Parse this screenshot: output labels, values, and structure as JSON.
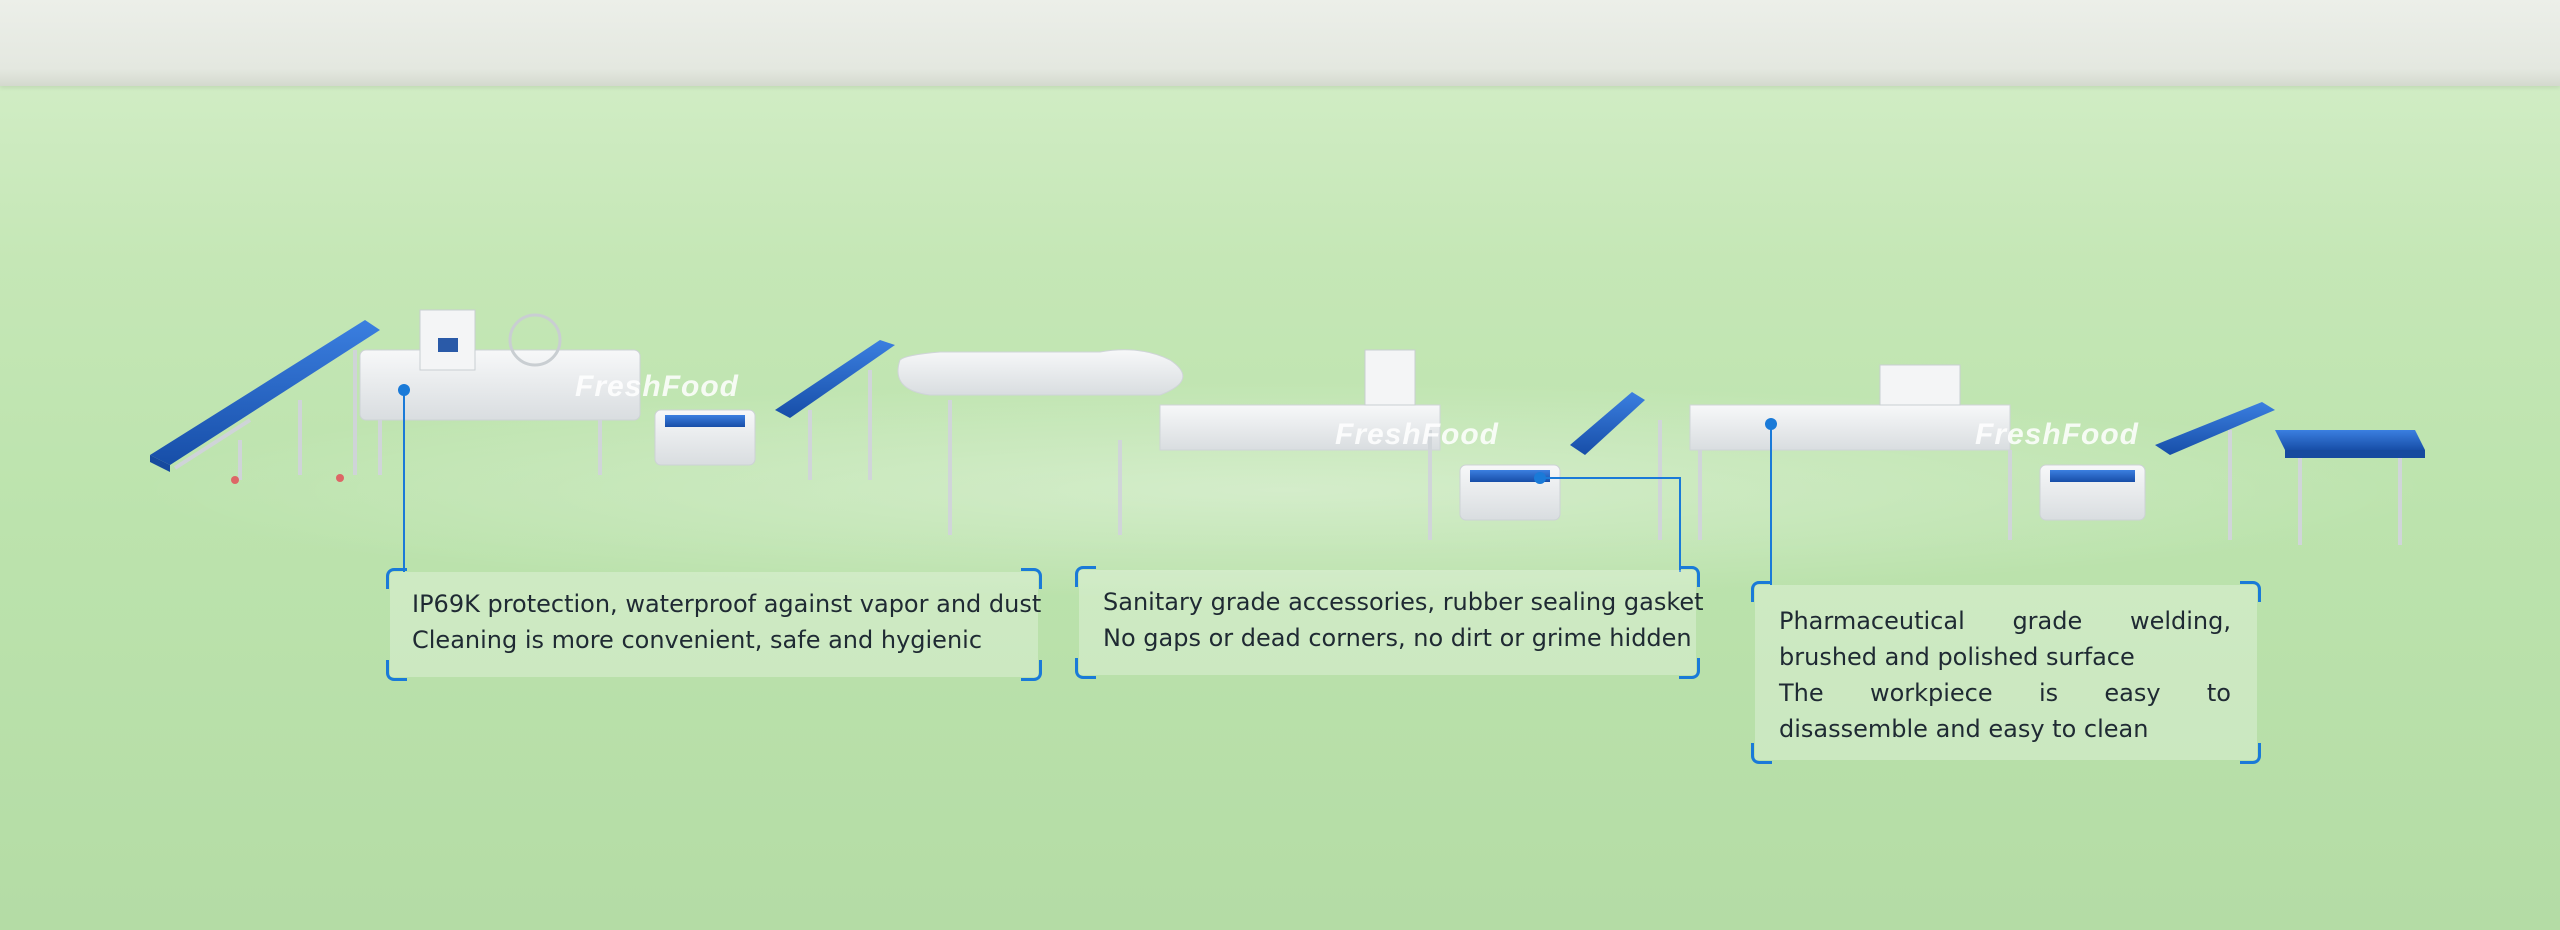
{
  "brand_watermark": "FreshFood",
  "colors": {
    "accent": "#1a7ad8",
    "conveyor_blue": "#1e5fc7",
    "steel": "#e9ecef",
    "background": "#c5e7b6"
  },
  "callouts": [
    {
      "lines": [
        "IP69K protection, waterproof against vapor and dust",
        "Cleaning is more convenient, safe and hygienic"
      ]
    },
    {
      "lines": [
        "Sanitary grade accessories, rubber sealing gasket",
        "No gaps or dead corners, no dirt or grime hidden"
      ]
    },
    {
      "lines": [
        "Pharmaceutical grade welding, brushed and polished surface",
        "The workpiece is easy to disassemble and easy to clean"
      ]
    }
  ]
}
